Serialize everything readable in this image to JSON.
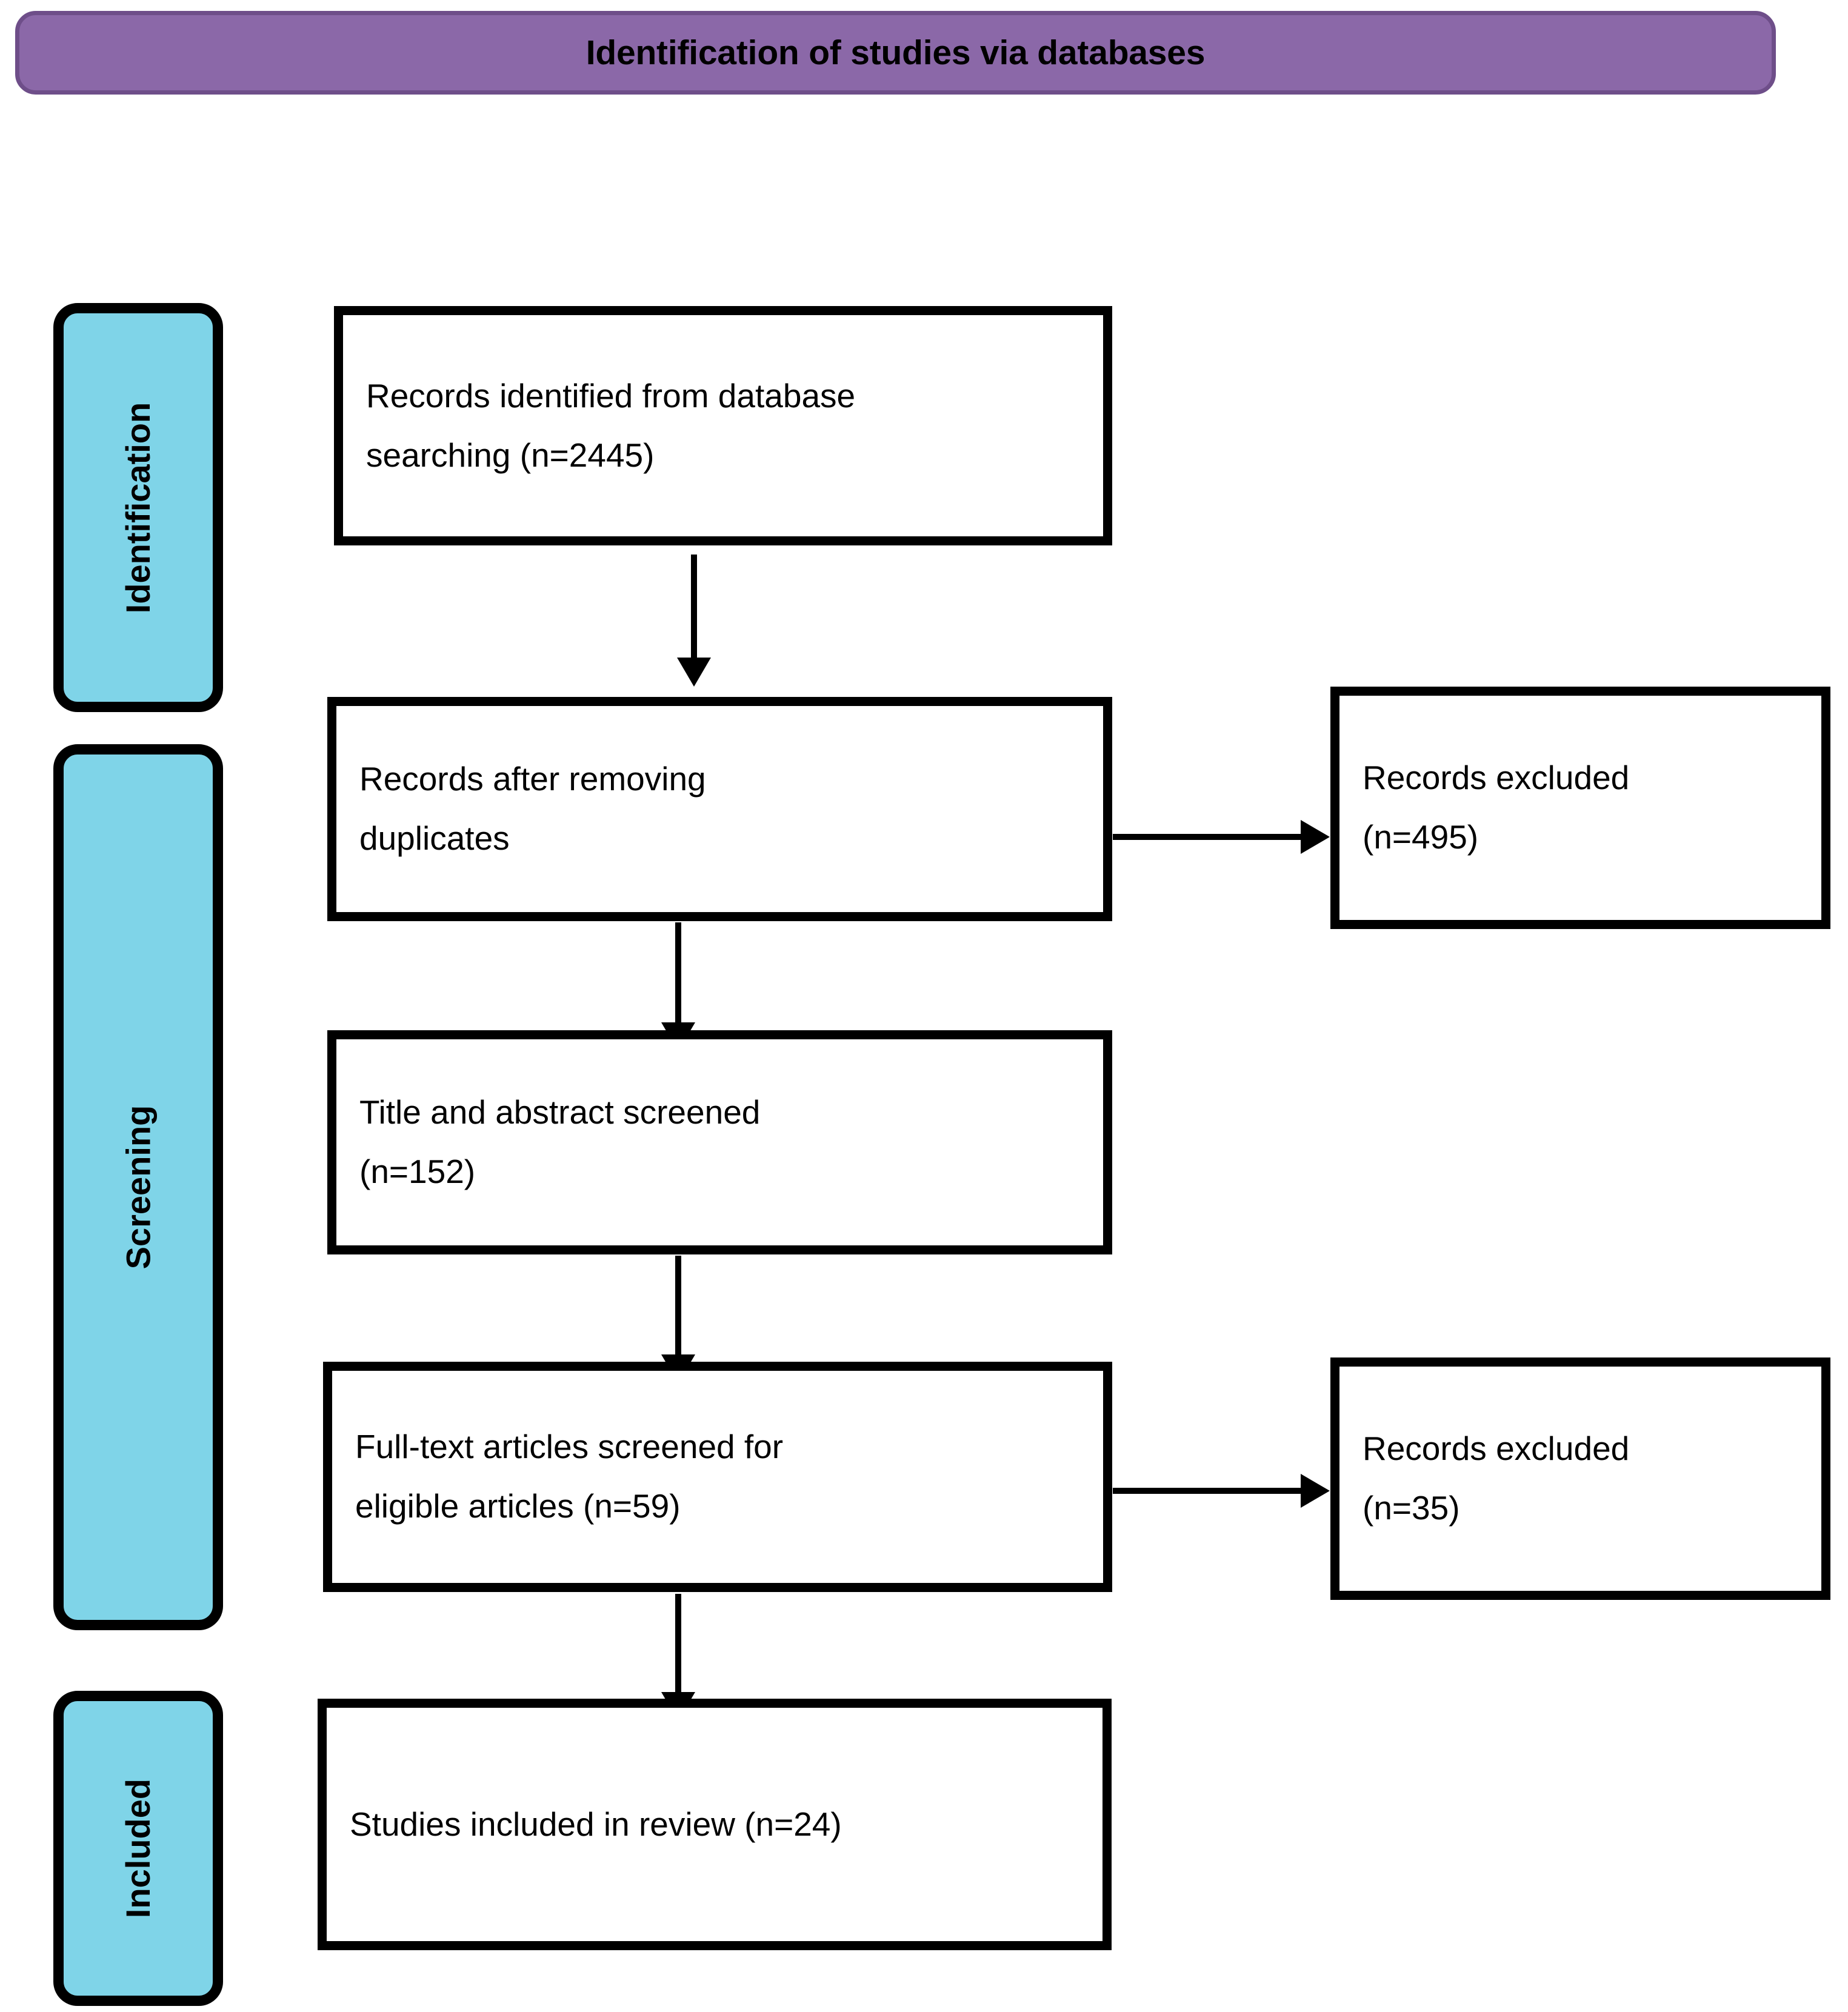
{
  "banner": {
    "title": "Identification of studies via databases",
    "fill_color": "#8B68A8",
    "border_color": "#6E4E89"
  },
  "stages": [
    {
      "label": "Identification",
      "fill_color": "#7FD4E8"
    },
    {
      "label": "Screening",
      "fill_color": "#7FD4E8"
    },
    {
      "label": "Included",
      "fill_color": "#7FD4E8"
    }
  ],
  "boxes": {
    "identified": {
      "line1": "Records identified from database",
      "line2": "searching (n=2445)"
    },
    "after_duplicates": {
      "line1": "Records after removing",
      "line2": "duplicates"
    },
    "excluded_screening": {
      "line1": "Records excluded",
      "line2": "(n=495)"
    },
    "title_abstract": {
      "line1": "Title and abstract screened",
      "line2": "(n=152)"
    },
    "fulltext": {
      "line1": "Full-text articles screened for",
      "line2": "eligible articles (n=59)"
    },
    "excluded_fulltext": {
      "line1": "Records excluded",
      "line2": "(n=35)"
    },
    "included": {
      "line1": "Studies included in review (n=24)",
      "line2": ""
    }
  },
  "chart_data": {
    "type": "diagram",
    "title": "Identification of studies via databases",
    "diagram_kind": "PRISMA flow diagram",
    "stages": [
      "Identification",
      "Screening",
      "Included"
    ],
    "nodes": [
      {
        "id": "identified",
        "stage": "Identification",
        "label": "Records identified from database searching",
        "n": 2445
      },
      {
        "id": "after_duplicates",
        "stage": "Screening",
        "label": "Records after removing duplicates",
        "n": null
      },
      {
        "id": "excluded_screening",
        "stage": "Screening",
        "label": "Records excluded",
        "n": 495
      },
      {
        "id": "title_abstract",
        "stage": "Screening",
        "label": "Title and abstract screened",
        "n": 152
      },
      {
        "id": "fulltext",
        "stage": "Screening",
        "label": "Full-text articles screened for eligible articles",
        "n": 59
      },
      {
        "id": "excluded_fulltext",
        "stage": "Screening",
        "label": "Records excluded",
        "n": 35
      },
      {
        "id": "included",
        "stage": "Included",
        "label": "Studies included in review",
        "n": 24
      }
    ],
    "edges": [
      {
        "from": "identified",
        "to": "after_duplicates",
        "direction": "down"
      },
      {
        "from": "after_duplicates",
        "to": "excluded_screening",
        "direction": "right"
      },
      {
        "from": "after_duplicates",
        "to": "title_abstract",
        "direction": "down"
      },
      {
        "from": "title_abstract",
        "to": "fulltext",
        "direction": "down"
      },
      {
        "from": "fulltext",
        "to": "excluded_fulltext",
        "direction": "right"
      },
      {
        "from": "fulltext",
        "to": "included",
        "direction": "down"
      }
    ],
    "colors": {
      "banner": "#8B68A8",
      "banner_border": "#6E4E89",
      "stage": "#7FD4E8",
      "box": "#FFFFFF",
      "stroke": "#000000"
    }
  }
}
